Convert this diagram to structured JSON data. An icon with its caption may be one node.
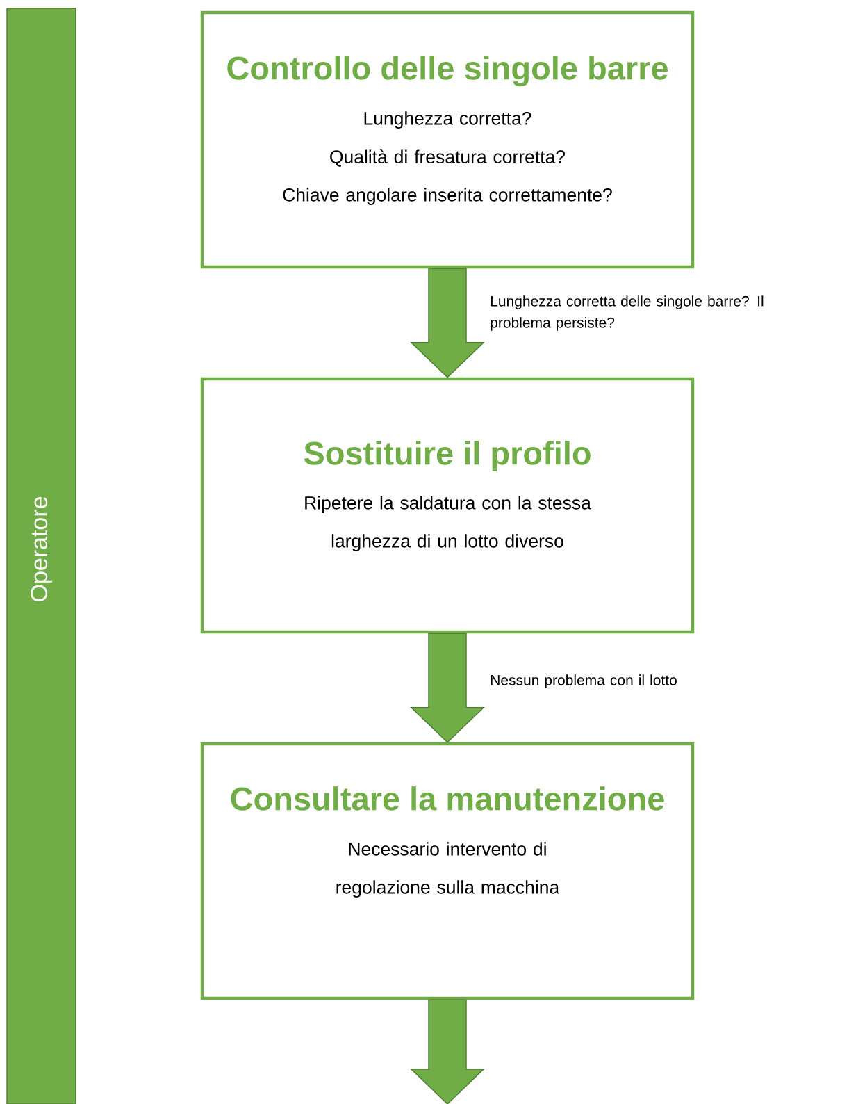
{
  "diagram": {
    "nodes": [
      {
        "text": [
          "Operatore"
        ]
      },
      {
        "text": [
          "Controllo delle singole barre",
          "Lunghezza corretta?",
          "Qualità di fresatura corretta?",
          "Chiave angolare inserita correttamente?"
        ]
      },
      {
        "text": [
          "Sostituire il profilo",
          "Ripetere la saldatura con la stessa larghezza di un lotto diverso"
        ]
      },
      {
        "text": [
          "Consultare la manutenzione",
          "Necessario intervento di regolazione sulla macchina"
        ]
      }
    ],
    "edges": [
      {
        "from": 1,
        "to": 2,
        "arrow": "to",
        "label": "Lunghezza corretta delle singole barre? Il problema persiste?"
      },
      {
        "from": 2,
        "to": 3,
        "arrow": "to",
        "label": "Nessun problema con il lotto"
      },
      {
        "from": 3,
        "to": null,
        "arrow": "to"
      }
    ]
  }
}
